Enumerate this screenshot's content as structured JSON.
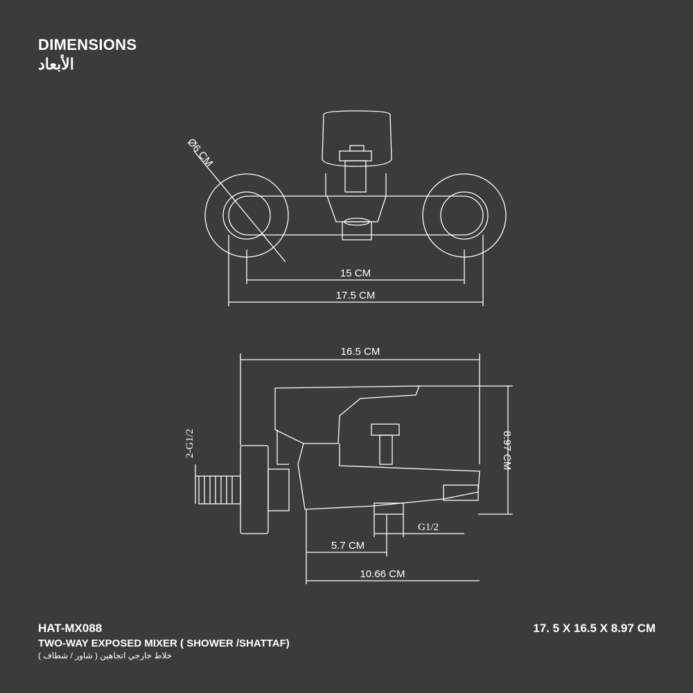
{
  "header": {
    "title": "DIMENSIONS",
    "title_ar": "الأبعاد"
  },
  "top_view": {
    "diameter": "Ø6 CM",
    "center_distance": "15 CM",
    "overall_width": "17.5 CM"
  },
  "side_view": {
    "length": "16.5 CM",
    "height": "8.97 CM",
    "inlet_thread": "2-G1/2",
    "outlet_thread": "G1/2",
    "outlet_offset": "5.7 CM",
    "spout_reach": "10.66 CM"
  },
  "footer": {
    "model": "HAT-MX088",
    "description": "TWO-WAY EXPOSED MIXER ( SHOWER /SHATTAF)",
    "description_ar": "خلاط خارجي اتجاهين ( شاور / شطاف )",
    "overall_size": "17. 5 X 16.5 X 8.97 CM"
  },
  "colors": {
    "background": "#3b3b3b",
    "line": "#ffffff"
  }
}
